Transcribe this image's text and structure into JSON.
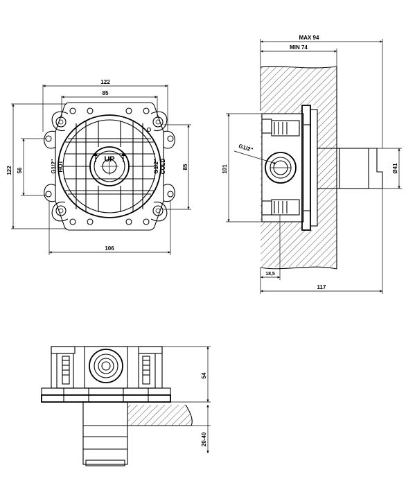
{
  "front_view": {
    "dim_width_outer": "122",
    "dim_width_inner": "85",
    "dim_height_outer": "122",
    "dim_height_inner": "56",
    "dim_right": "85",
    "dim_bottom": "106",
    "hot_thread": "G1/2\"",
    "hot_label": "HOT",
    "cold_thread": "G1/2\"",
    "cold_label": "COLD",
    "up_label": "UP"
  },
  "side_view": {
    "dim_max": "MAX 94",
    "dim_min": "MIN 74",
    "dim_height": "101",
    "dim_thread": "G1/2\"",
    "dim_diameter": "Ø41",
    "dim_offset": "18,5",
    "dim_total": "117"
  },
  "top_view": {
    "dim_body": "54",
    "dim_wall": "20-40"
  }
}
